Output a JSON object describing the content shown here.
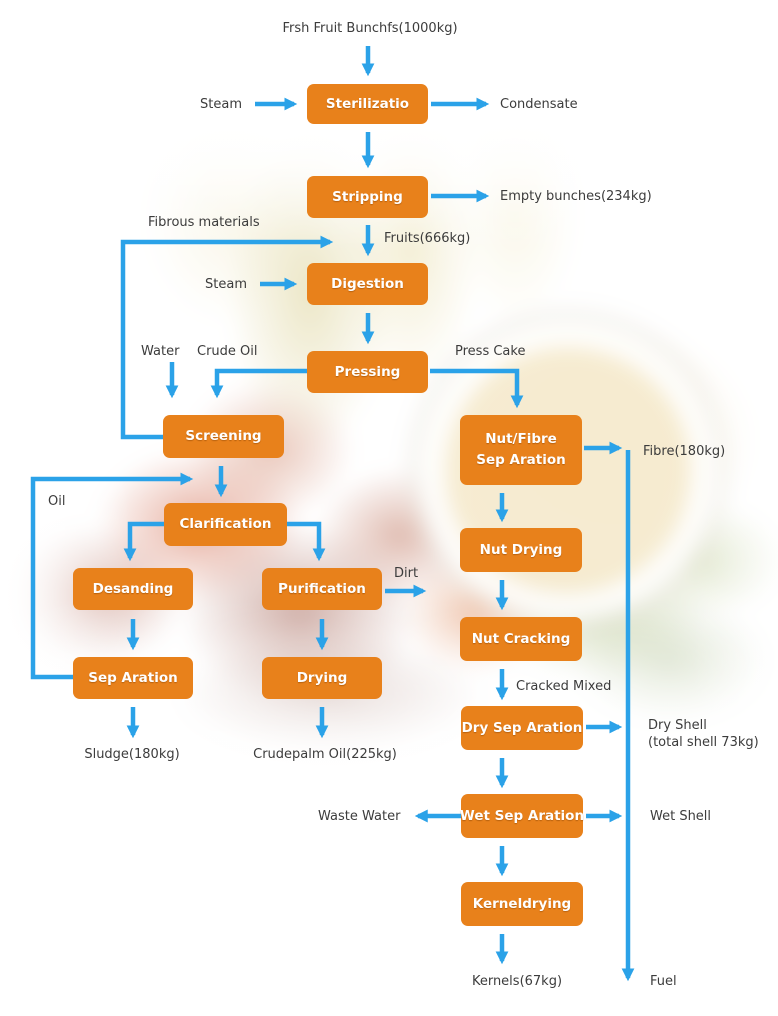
{
  "colors": {
    "process_box": "#E8811B",
    "arrow": "#2BA2E8",
    "label_text": "#3C3C3C",
    "box_text": "#FFFFFF"
  },
  "nodes": {
    "sterilization": "Sterilizatio",
    "stripping": "Stripping",
    "digestion": "Digestion",
    "pressing": "Pressing",
    "screening": "Screening",
    "clarification": "Clarification",
    "desanding": "Desanding",
    "purification": "Purification",
    "sep_aration": "Sep Aration",
    "drying": "Drying",
    "nut_fibre_line1": "Nut/Fibre",
    "nut_fibre_line2": "Sep Aration",
    "nut_drying": "Nut Drying",
    "nut_cracking": "Nut Cracking",
    "dry_sep_aration": "Dry Sep Aration",
    "wet_sep_aration": "Wet Sep Aration",
    "kernel_drying": "Kerneldrying"
  },
  "labels": {
    "fresh_fruit_bunches": "Frsh Fruit Bunchfs(1000kg)",
    "steam_sterilization": "Steam",
    "condensate": "Condensate",
    "empty_bunches": "Empty bunches(234kg)",
    "fibrous_materials": "Fibrous materials",
    "fruits": "Fruits(666kg)",
    "steam_digestion": "Steam",
    "water": "Water",
    "crude_oil": "Crude Oil",
    "press_cake": "Press Cake",
    "oil": "Oil",
    "dirt": "Dirt",
    "sludge": "Sludge(180kg)",
    "crude_palm_oil": "Crudepalm Oil(225kg)",
    "fibre": "Fibre(180kg)",
    "cracked_mixed": "Cracked Mixed",
    "dry_shell_line1": "Dry Shell",
    "dry_shell_line2": "(total shell 73kg)",
    "wet_shell": "Wet Shell",
    "waste_water": "Waste Water",
    "kernels": "Kernels(67kg)",
    "fuel": "Fuel"
  }
}
